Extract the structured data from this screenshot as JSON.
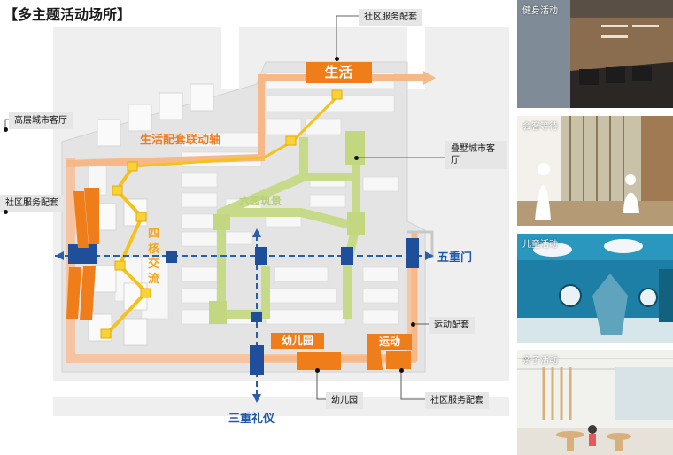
{
  "title": "【多主题活动场所】",
  "labels": {
    "shenghuo": "生活",
    "axis": "生活配套联动轴",
    "sihe": [
      "四",
      "核",
      "交",
      "流"
    ],
    "liuyuan": "六园筑景",
    "wuchong": "五重门",
    "sanchong": "三重礼仪",
    "youeryuan": "幼儿园",
    "yundong": "运动"
  },
  "callouts": {
    "top_service": "社区服务配套",
    "highrise": "高层城市客厅",
    "left_service": "社区服务配套",
    "villa": "叠墅城市客厅",
    "sports": "运动配套",
    "kindergarten": "幼儿园",
    "bottom_service": "社区服务配套"
  },
  "photos": [
    {
      "label": "健身活动"
    },
    {
      "label": "会客等待"
    },
    {
      "label": "儿童活动"
    },
    {
      "label": "亲子活动"
    }
  ],
  "colors": {
    "orange": "#ef7d1a",
    "light_orange": "#f6b887",
    "yellow": "#f4c21f",
    "green": "#b5cf6b",
    "blue": "#1f4f9a"
  }
}
